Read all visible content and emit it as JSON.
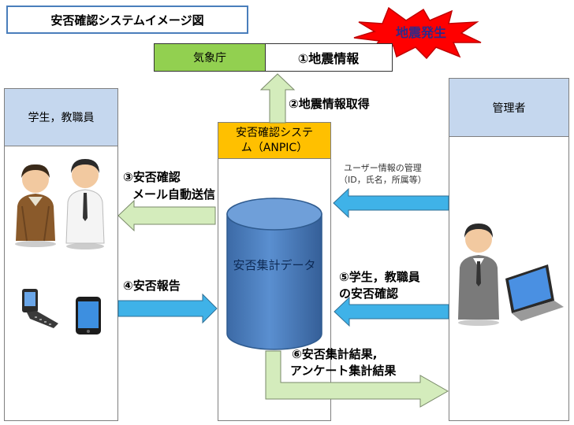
{
  "title": "安否確認システムイメージ図",
  "burst": {
    "label": "地震発生"
  },
  "jma": {
    "name": "気象庁",
    "info": "①地震情報"
  },
  "columns": {
    "left": "学生，教職員",
    "right": "管理者",
    "system_line1": "安否確認システ",
    "system_line2": "ム（ANPIC）"
  },
  "database": {
    "label": "安否集計データ"
  },
  "steps": {
    "s2": "②地震情報取得",
    "s3_line1": "③安否確認",
    "s3_line2": "メール自動送信",
    "s4": "④安否報告",
    "s5_line1": "⑤学生，教職員",
    "s5_line2": "の安否確認",
    "s6_line1": "⑥安否集計結果,",
    "s6_line2": "アンケート集計結果",
    "admin_line1": "ユーザー情報の管理",
    "admin_line2": "（ID，氏名，所属等）"
  },
  "colors": {
    "green": "#92d050",
    "blue": "#3fb2e8",
    "orange": "#ffc000",
    "header": "#c5d7ee",
    "burst": "#ff0000",
    "burst_text": "#2e2a8a",
    "cylinder": "#4f81bd",
    "arrow_green": "#d4ecbc"
  }
}
